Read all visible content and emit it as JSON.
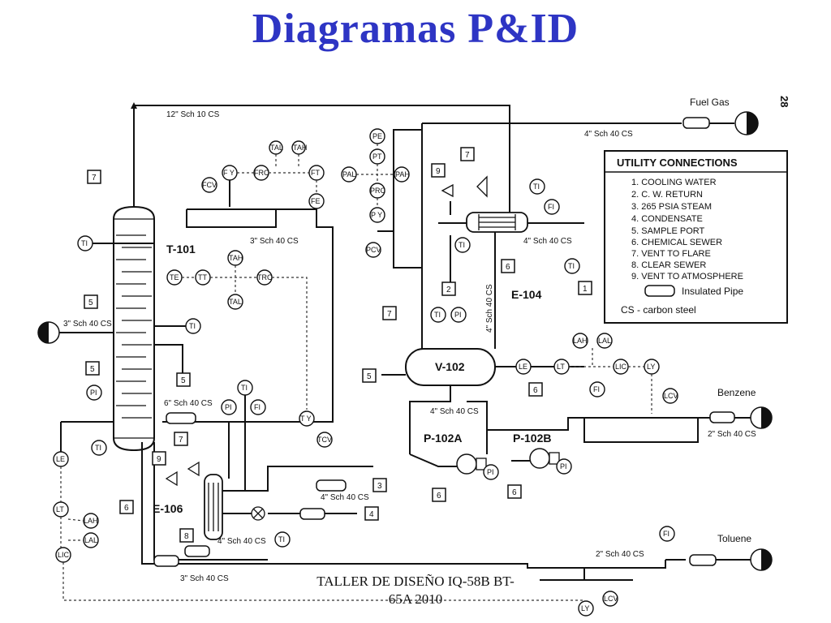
{
  "slide": {
    "title": "Diagramas P&ID",
    "footer_line1": "TALLER DE DISEÑO IQ-58B  BT-",
    "footer_line2": "65A 2010"
  },
  "page_number": "28",
  "equipment": {
    "column": "T-101",
    "drum": "V-102",
    "reboiler": "E-106",
    "condenser": "E-104",
    "pump_a": "P-102A",
    "pump_b": "P-102B"
  },
  "streams": {
    "fuel_gas": "Fuel Gas",
    "benzene": "Benzene",
    "toluene": "Toluene"
  },
  "pipe_specs": {
    "top_vapor": "12\" Sch 10  CS",
    "fuel_gas_line": "4\" Sch 40 CS",
    "reflux_valve": "3\" Sch 40 CS",
    "feed": "3\" Sch 40 CS",
    "condenser_out": "4\" Sch 40 CS",
    "condenser_vertical": "4\" Sch 40 CS",
    "column_side": "6\" Sch 40 CS",
    "pump_discharge": "4\" Sch 40 CS",
    "benzene_line": "2\" Sch 40 CS",
    "reboiler_steam": "4\" Sch 40 CS",
    "reboiler_out": "4\" Sch 40 CS",
    "bottoms": "3\" Sch 40 CS",
    "toluene_line": "2\" Sch 40 CS"
  },
  "instruments": {
    "TAL": "TAL",
    "TAH": "TAH",
    "FY": "F Y",
    "FRC": "FRC",
    "FT": "FT",
    "FE": "FE",
    "FCV": "FCV",
    "PE": "PE",
    "PT": "PT",
    "PAL": "PAL",
    "PAH": "PAH",
    "PRC": "PRC",
    "PY": "P Y",
    "PCV": "PCV",
    "TI": "TI",
    "FI": "FI",
    "PI": "PI",
    "TE": "TE",
    "TT": "TT",
    "TRC": "TRC",
    "TY": "T Y",
    "TCV": "TCV",
    "LE": "LE",
    "LT": "LT",
    "LAH": "LAH",
    "LAL": "LAL",
    "LIC": "LIC",
    "LY": "LY",
    "LCV": "LCV"
  },
  "utility_box": {
    "heading": "UTILITY CONNECTIONS",
    "items": [
      "1.  COOLING WATER",
      "2.  C. W.  RETURN",
      "3.  265  PSIA  STEAM",
      "4.  CONDENSATE",
      "5.  SAMPLE  PORT",
      "6.  CHEMICAL  SEWER",
      "7.  VENT  TO  FLARE",
      "8.  CLEAR  SEWER",
      "9.  VENT  TO  ATMOSPHERE"
    ],
    "insulated_pipe": "Insulated Pipe",
    "carbon_steel": "CS - carbon steel"
  },
  "utility_tags": {
    "one": "1",
    "two": "2",
    "three": "3",
    "four": "4",
    "five": "5",
    "six": "6",
    "seven": "7",
    "eight": "8",
    "nine": "9"
  }
}
